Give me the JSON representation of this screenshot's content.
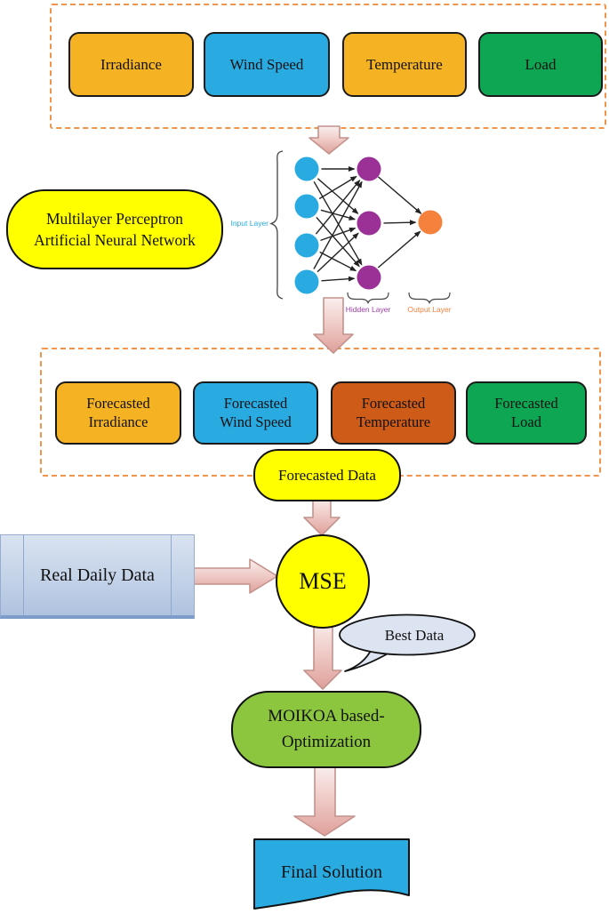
{
  "figure": {
    "input_group": {
      "boxes": [
        {
          "label": "Irradiance",
          "color": "#F5B324"
        },
        {
          "label": "Wind Speed",
          "color": "#29ABE2"
        },
        {
          "label": "Temperature",
          "color": "#F5B324"
        },
        {
          "label": "Load",
          "color": "#0FA653"
        }
      ]
    },
    "mlp": {
      "annotation_lines": [
        "Multilayer Perceptron",
        "Artificial Neural Network"
      ],
      "fill": "#FFFF00"
    },
    "network": {
      "input_layer_label": "Input Layer",
      "hidden_layer_label": "Hidden Layer",
      "output_layer_label": "Output Layer",
      "input_nodes": 4,
      "hidden_nodes": 3,
      "output_nodes": 1,
      "input_color": "#29ABE2",
      "hidden_color": "#9B3197",
      "output_color": "#F5813D"
    },
    "forecast_group": {
      "boxes": [
        {
          "lines": [
            "Forecasted",
            "Irradiance"
          ],
          "color": "#F5B324"
        },
        {
          "lines": [
            "Forecasted",
            "Wind Speed"
          ],
          "color": "#29ABE2"
        },
        {
          "lines": [
            "Forecasted",
            "Temperature"
          ],
          "color": "#CE5B17"
        },
        {
          "lines": [
            "Forecasted",
            "Load"
          ],
          "color": "#0FA653"
        }
      ]
    },
    "forecasted_data": {
      "label": "Forecasted Data",
      "fill": "#FFFF00"
    },
    "real_daily_data": {
      "label": "Real Daily Data",
      "fill": "#C3D2E8"
    },
    "mse": {
      "label": "MSE",
      "fill": "#FFFF00"
    },
    "best_data": {
      "label": "Best Data",
      "fill": "#DCE4F1"
    },
    "optimization": {
      "lines": [
        "MOIKOA based-",
        "Optimization"
      ],
      "fill": "#8CC63F"
    },
    "final_solution": {
      "label": "Final Solution",
      "fill": "#29ABE2"
    },
    "styles": {
      "dashed_border": "#F0944C",
      "arrow_fill_light": "#F9EFEE",
      "arrow_fill_dark": "#DFA09A",
      "arrow_stroke": "#C4928C"
    }
  }
}
